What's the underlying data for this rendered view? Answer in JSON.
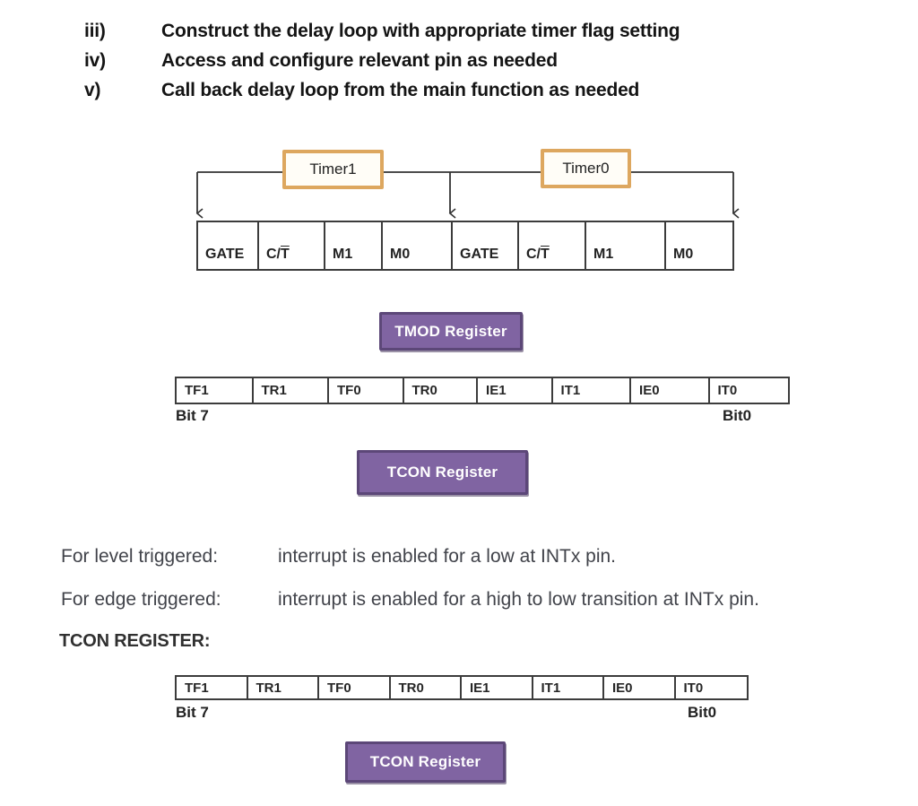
{
  "steps": {
    "items": [
      {
        "marker": "iii)",
        "text": "Construct the delay loop with appropriate timer flag setting"
      },
      {
        "marker": "iv)",
        "text": "Access and configure relevant pin as needed"
      },
      {
        "marker": "v)",
        "text": "Call back delay loop from the main function as needed"
      }
    ]
  },
  "tmod_diagram": {
    "timer1_label": "Timer1",
    "timer0_label": "Timer0",
    "register_label": "TMOD Register",
    "bit_cells": [
      {
        "main": "GATE",
        "over": ""
      },
      {
        "main": "C/",
        "over": "T"
      },
      {
        "main": "M1",
        "over": ""
      },
      {
        "main": "M0",
        "over": ""
      },
      {
        "main": "GATE",
        "over": ""
      },
      {
        "main": "C/",
        "over": "T"
      },
      {
        "main": "M1",
        "over": ""
      },
      {
        "main": "M0",
        "over": ""
      }
    ]
  },
  "tcon_table_1": {
    "cells": [
      "TF1",
      "TR1",
      "TF0",
      "TR0",
      "IE1",
      "IT1",
      "IE0",
      "IT0"
    ],
    "bit7_label": "Bit 7",
    "bit0_label": "Bit0",
    "register_label": "TCON Register"
  },
  "notes": {
    "level": {
      "label": "For level triggered:",
      "text": "interrupt is enabled for a low at INTx pin."
    },
    "edge": {
      "label": "For edge triggered:",
      "text": "interrupt is enabled for a high to low transition at INTx pin."
    },
    "heading": "TCON REGISTER:"
  },
  "tcon_table_2": {
    "cells": [
      "TF1",
      "TR1",
      "TF0",
      "TR0",
      "IE1",
      "IT1",
      "IE0",
      "IT0"
    ],
    "bit7_label": "Bit 7",
    "bit0_label": "Bit0",
    "register_label": "TCON Register"
  },
  "colors": {
    "timer_box_border": "#dda75f",
    "register_badge_fill": "#8064a2",
    "register_badge_border": "#5c4778",
    "table_border": "#3c3c3c",
    "connector_line": "#333333",
    "body_text": "#41434a",
    "list_text": "#141414"
  }
}
